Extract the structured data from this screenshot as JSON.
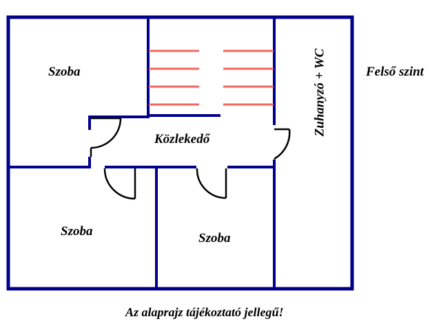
{
  "plan": {
    "title_right": "Felső szint",
    "caption": "Az alaprajz tájékoztató jellegű!",
    "wall_color": "#00008b",
    "stair_color": "#f4645a",
    "door_color": "#000000",
    "background_color": "#ffffff",
    "rooms": [
      {
        "id": "szoba-top",
        "label": "Szoba"
      },
      {
        "id": "kozlekedo",
        "label": "Közlekedő"
      },
      {
        "id": "bath",
        "label": "Zuhanyzó + WC"
      },
      {
        "id": "szoba-bottom-left",
        "label": "Szoba"
      },
      {
        "id": "szoba-bottom-right",
        "label": "Szoba"
      }
    ],
    "stairs": {
      "step_count": 4,
      "rail_gap": true
    },
    "doors": [
      {
        "id": "door-kozlekedo-west",
        "swing": "down-left"
      },
      {
        "id": "door-bath",
        "swing": "down-left"
      },
      {
        "id": "door-szoba-bottom-left",
        "swing": "down-right"
      },
      {
        "id": "door-szoba-bottom-right",
        "swing": "down-right"
      }
    ]
  }
}
